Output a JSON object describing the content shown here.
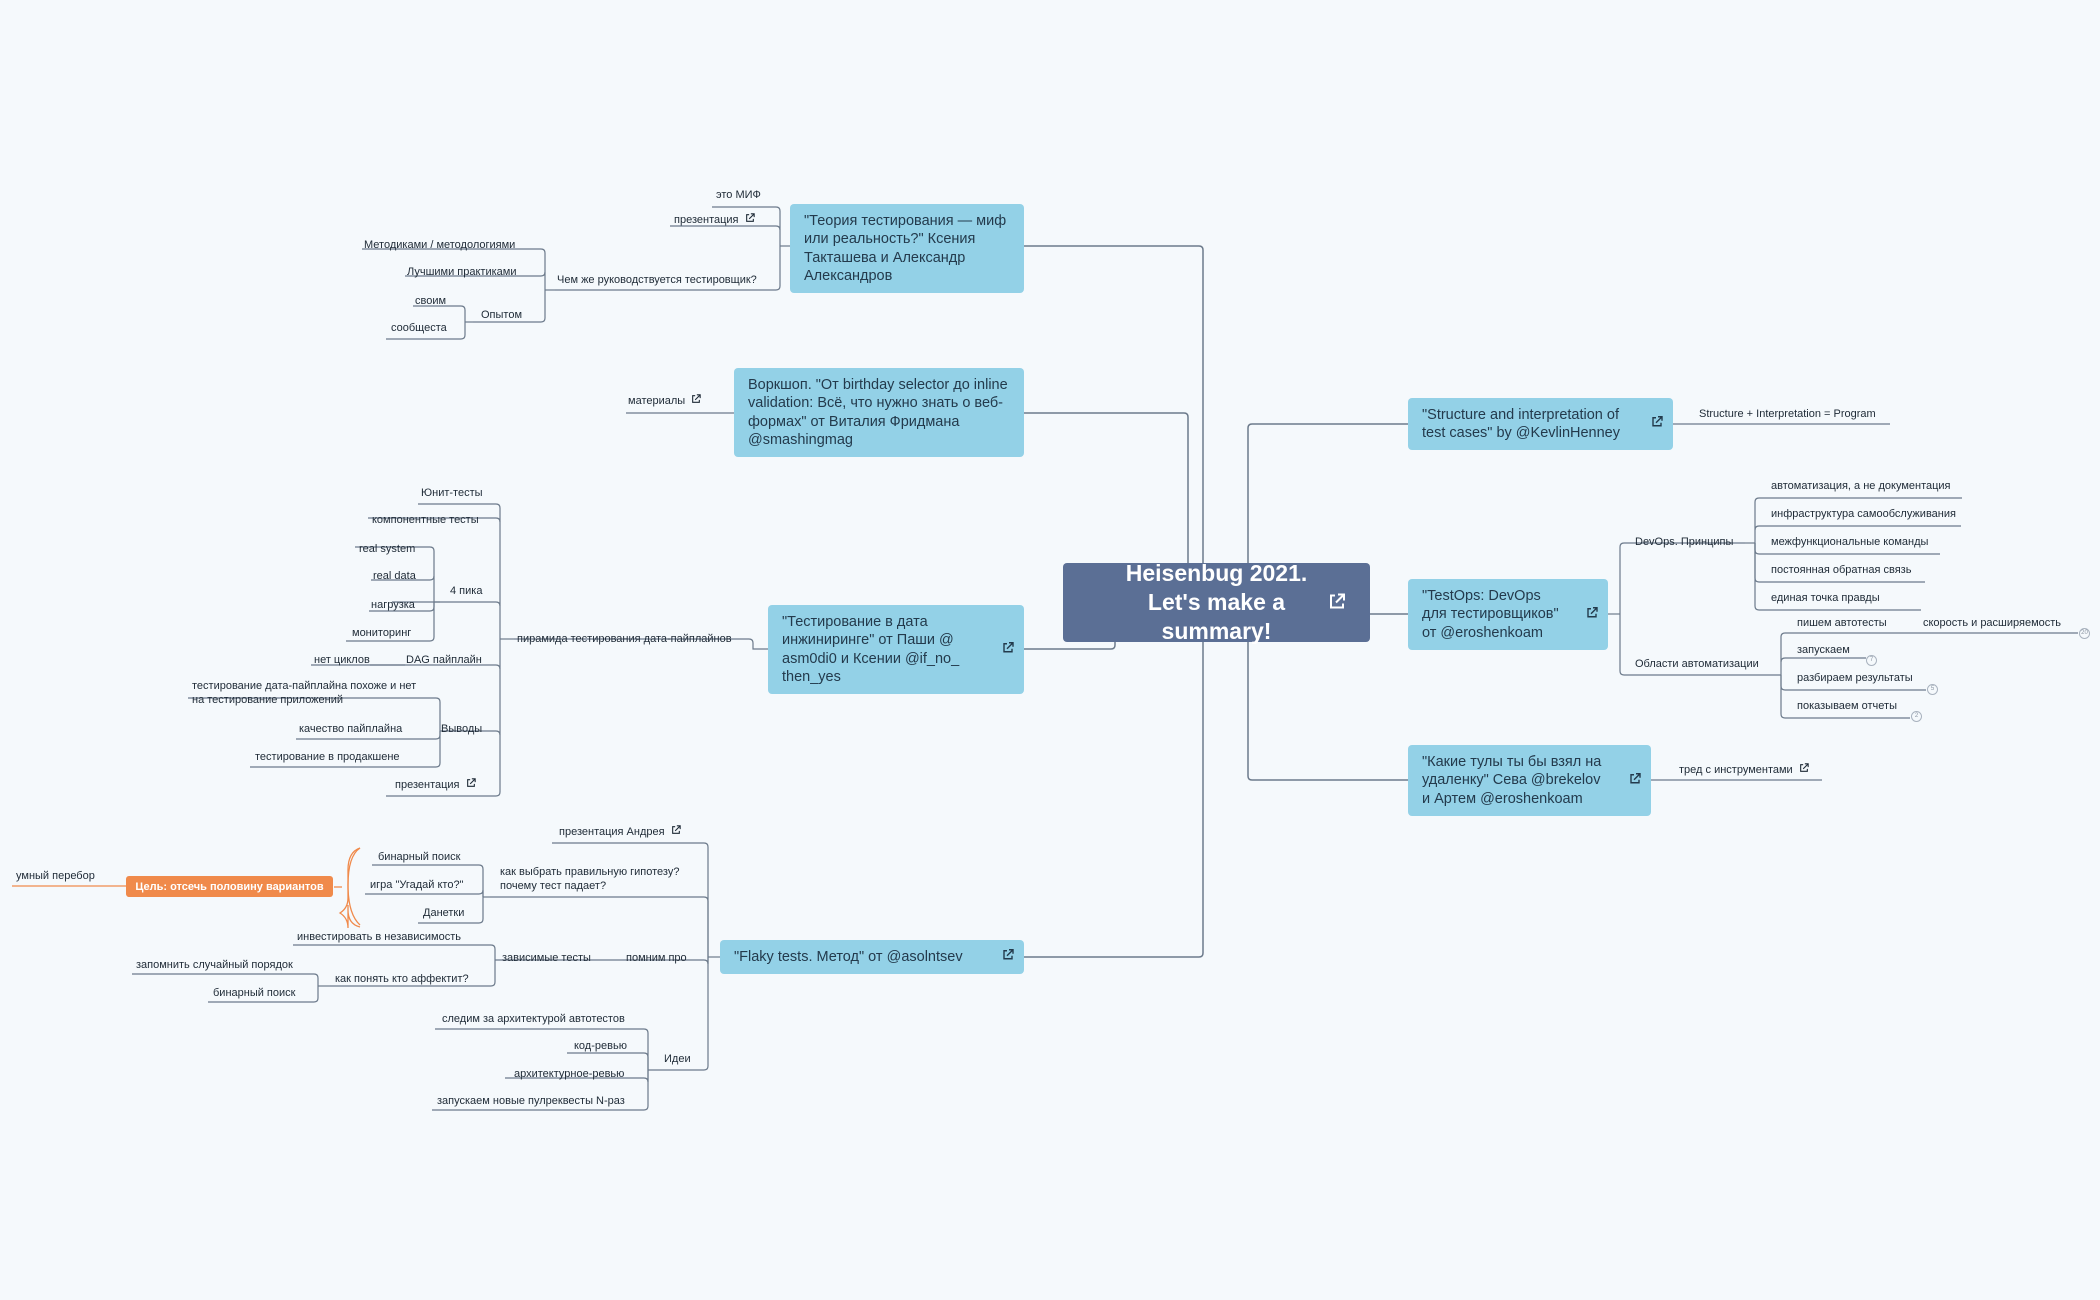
{
  "root": {
    "title": "Heisenbug 2021. Let's make a summary!",
    "icon": "external-link-icon"
  },
  "colors": {
    "root": "#5b6f95",
    "topic": "#93d1e7",
    "accent": "#f08a4b",
    "line": "#6c7a8b",
    "background": "#f5f9fc"
  },
  "left": {
    "theory": {
      "title": "\"Теория тестирования — миф или реальность?\" Ксения Такташева и Александр Александров",
      "myth": "это МИФ",
      "presentation": "презентация",
      "question": "Чем же руководствуется тестировщик?",
      "methods": "Методиками / методологиями",
      "practices": "Лучшими практиками",
      "experience": "Опытом",
      "own": "своим",
      "community": "сообщеста"
    },
    "workshop": {
      "title": "Воркшоп. \"От birthday selector до inline validation: Всё, что нужно знать о веб-формах\" от Виталия Фридмана @smashingmag",
      "materials": "материалы"
    },
    "data": {
      "title": "\"Тестирование в дата инжиниринге\" от Паши @ asm0di0 и Ксении @if_no_ then_yes",
      "pyramid": "пирамида тестирования дата-пайплайнов",
      "unit": "Юнит-тесты",
      "component": "компонентные тесты",
      "four_peaks": "4 пика",
      "real_system": "real system",
      "real_data": "real data",
      "load": "нагрузка",
      "monitoring": "мониторинг",
      "dag": "DAG пайплайн",
      "no_cycles": "нет циклов",
      "conclusions": "Выводы",
      "similar": "тестирование дата-пайплайна похоже и нет на тестирование приложений",
      "quality": "качество пайплайна",
      "prod": "тестирование в продакшене",
      "presentation": "презентация"
    },
    "flaky": {
      "title": "\"Flaky tests. Метод\" от  @asolntsev",
      "andrey": "презентация Андрея",
      "hypothesis": "как выбрать правильную гипотезу? почему тест падает?",
      "binary": "бинарный поиск",
      "guess": "игра \"Угадай кто?\"",
      "danetki": "Данетки",
      "goal": "Цель: отсечь половину вариантов",
      "smart": "умный перебор",
      "remember_about": "помним про",
      "dependent": "зависимые тесты",
      "invest": "инвестировать в независимость",
      "who_affects": "как понять кто аффектит?",
      "random_order": "запомнить случайный порядок",
      "binary2": "бинарный поиск",
      "ideas": "Идеи",
      "arch_follow": "следим за архитектурой автотестов",
      "code_review": "код-ревью",
      "arch_review": "архитектурное-ревью",
      "n_runs": "запускаем новые пулреквесты N-раз"
    }
  },
  "right": {
    "structure": {
      "title": "\"Structure and interpretation of test cases\" by @KevlinHenney",
      "formula": "Structure + Interpretation = Program"
    },
    "testops": {
      "title": "\"TestOps: DevOps для тестировщиков\" от @eroshenkoam",
      "principles": "DevOps. Принципы",
      "p1": "автоматизация, а не документация",
      "p2": "инфраструктура самообслуживания",
      "p3": "межфункциональные команды",
      "p4": "постоянная обратная связь",
      "p5": "единая точка правды",
      "areas": "Области автоматизации",
      "write": "пишем автотесты",
      "speed": "скорость и расширяемость",
      "run": "запускаем",
      "analyze": "разбираем результаты",
      "reports": "показываем отчеты",
      "badges": {
        "speed": "20",
        "run": "7",
        "analyze": "5",
        "reports": "2"
      }
    },
    "tools": {
      "title": "\"Какие тулы ты бы взял на удаленку\" Сева @brekelov и Артем @eroshenkoam",
      "thread": "тред с инструментами"
    }
  }
}
